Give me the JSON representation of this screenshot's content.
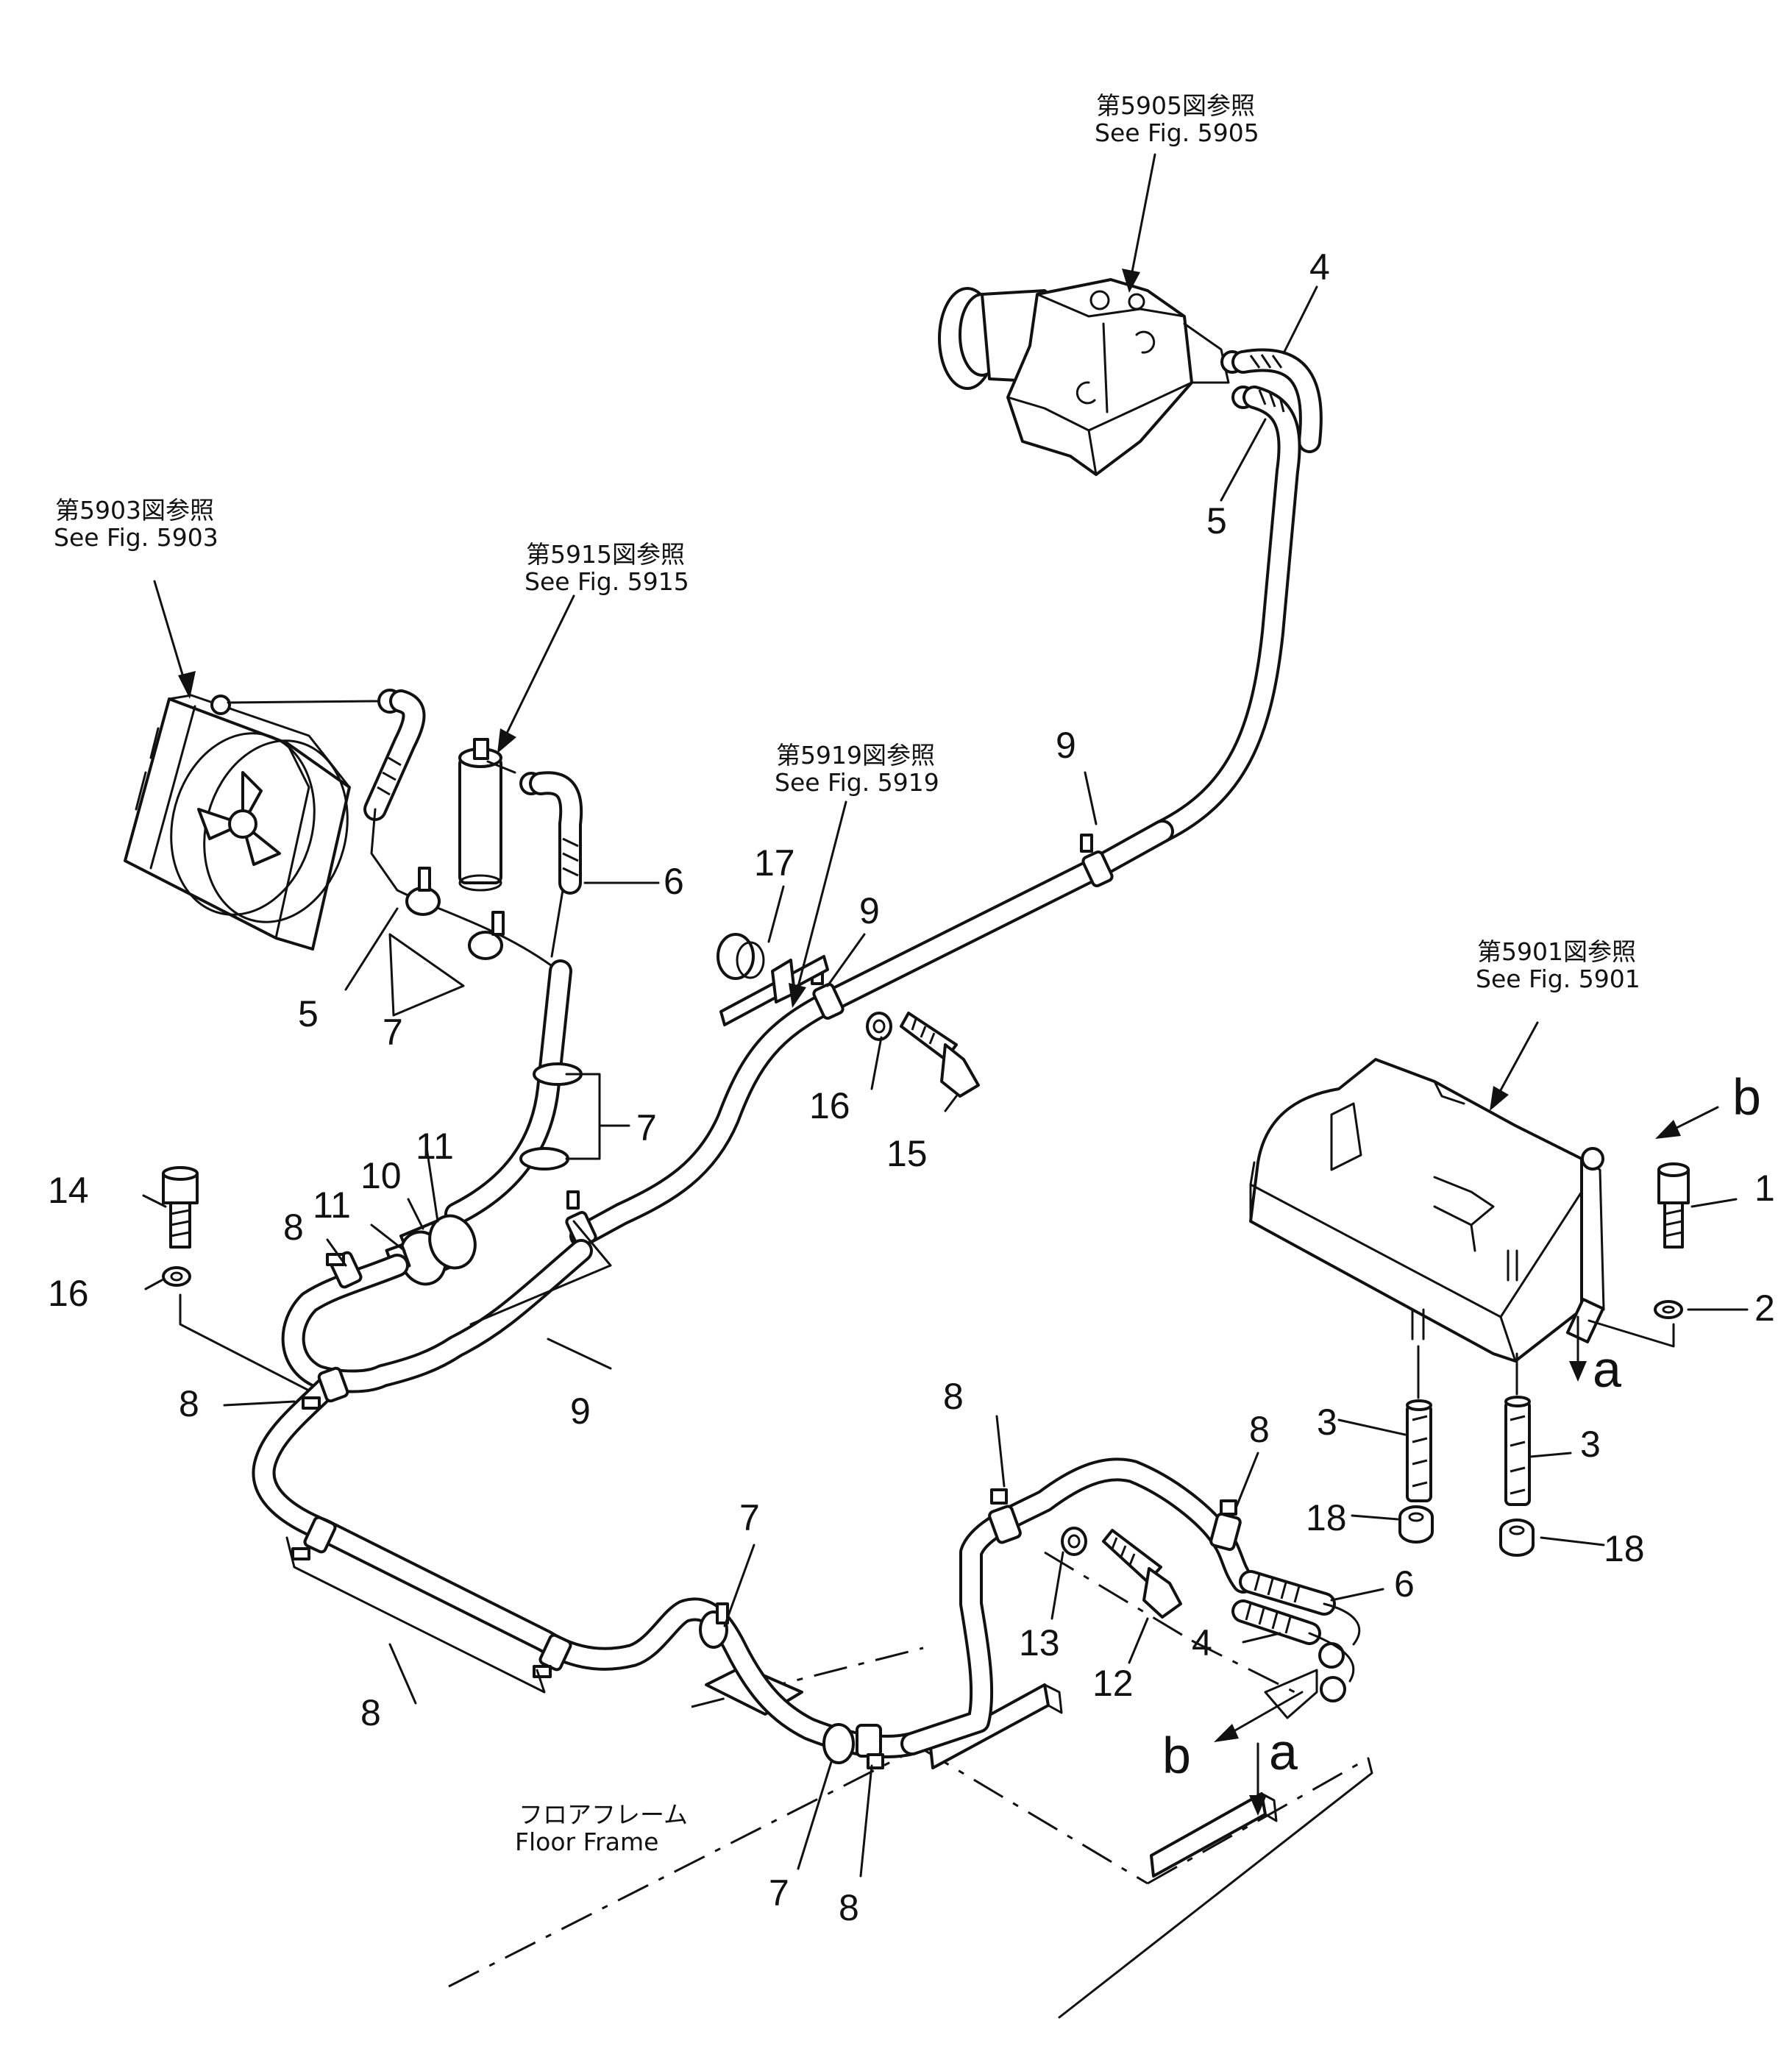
{
  "references": {
    "compressor": {
      "jp": "第5905図参照",
      "en": "See Fig. 5905"
    },
    "condenser": {
      "jp": "第5903図参照",
      "en": "See Fig. 5903"
    },
    "receiver": {
      "jp": "第5915図参照",
      "en": "See Fig. 5915"
    },
    "bracket": {
      "jp": "第5919図参照",
      "en": "See Fig. 5919"
    },
    "unit": {
      "jp": "第5901図参照",
      "en": "See Fig. 5901"
    }
  },
  "floor_frame": {
    "jp": "フロアフレーム",
    "en": "Floor  Frame"
  },
  "views": {
    "a": "a",
    "b": "b"
  },
  "part_numbers": {
    "p1": "1",
    "p2": "2",
    "p3a": "3",
    "p3b": "3",
    "p4a": "4",
    "p4b": "4",
    "p5a": "5",
    "p5b": "5",
    "p6a": "6",
    "p6b": "6",
    "p7a": "7",
    "p7b": "7",
    "p7c": "7",
    "p7d": "7",
    "p8a": "8",
    "p8b": "8",
    "p8c": "8",
    "p8d": "8",
    "p8e": "8",
    "p8f": "8",
    "p9a": "9",
    "p9b": "9",
    "p9c": "9",
    "p10": "10",
    "p11a": "11",
    "p11b": "11",
    "p12": "12",
    "p13": "13",
    "p14": "14",
    "p15": "15",
    "p16a": "16",
    "p16b": "16",
    "p17": "17",
    "p18a": "18",
    "p18b": "18"
  }
}
